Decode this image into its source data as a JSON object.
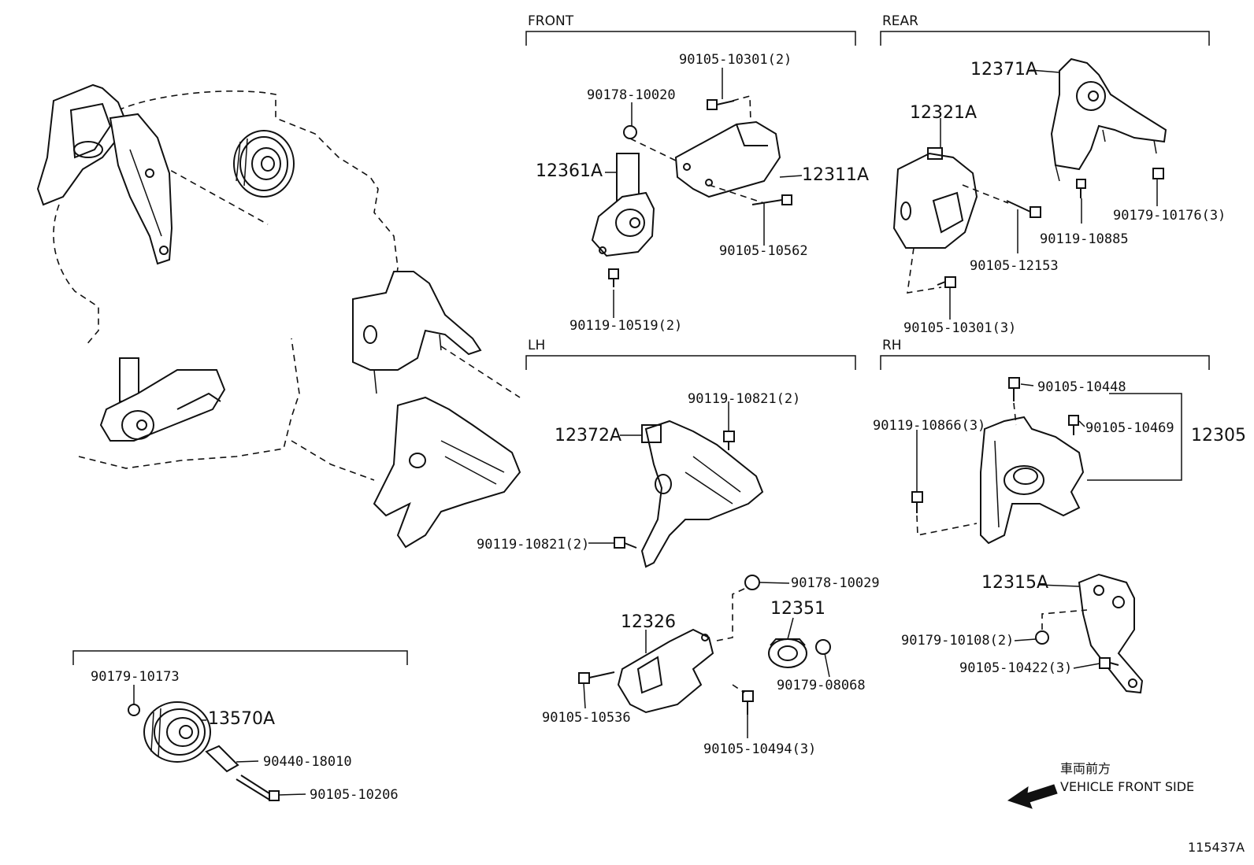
{
  "sections": {
    "front": "FRONT",
    "rear": "REAR",
    "lh": "LH",
    "rh": "RH"
  },
  "parts": {
    "p12361A": "12361A",
    "p12311A": "12311A",
    "p12371A": "12371A",
    "p12321A": "12321A",
    "p12372A": "12372A",
    "p12305": "12305",
    "p12326": "12326",
    "p12351": "12351",
    "p12315A": "12315A",
    "p13570A": "13570A"
  },
  "fasteners": {
    "f90105_10301_2": "90105-10301(2)",
    "f90178_10020": "90178-10020",
    "f90105_10562": "90105-10562",
    "f90119_10519_2": "90119-10519(2)",
    "f90119_10885": "90119-10885",
    "f90179_10176_3": "90179-10176(3)",
    "f90105_12153": "90105-12153",
    "f90105_10301_3": "90105-10301(3)",
    "f90119_10821_2a": "90119-10821(2)",
    "f90119_10821_2b": "90119-10821(2)",
    "f90105_10448": "90105-10448",
    "f90119_10866_3": "90119-10866(3)",
    "f90105_10469": "90105-10469",
    "f90178_10029": "90178-10029",
    "f90179_08068": "90179-08068",
    "f90105_10536": "90105-10536",
    "f90105_10494_3": "90105-10494(3)",
    "f90179_10108_2": "90179-10108(2)",
    "f90105_10422_3": "90105-10422(3)",
    "f90179_10173": "90179-10173",
    "f90440_18010": "90440-18010",
    "f90105_10206": "90105-10206"
  },
  "legend": {
    "japanese": "車両前方",
    "english": "VEHICLE FRONT SIDE"
  },
  "figure_number": "115437A"
}
